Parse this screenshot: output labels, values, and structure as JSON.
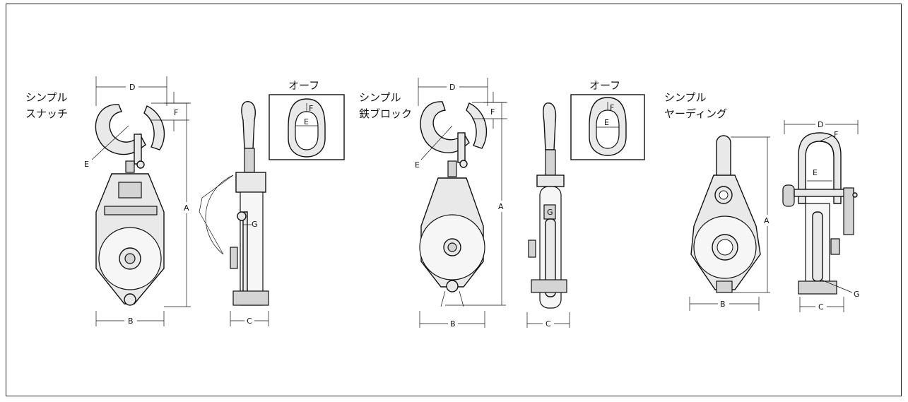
{
  "groups": [
    {
      "title_lines": [
        "シンプル",
        "スナッチ"
      ],
      "dims": {
        "A": "A",
        "B": "B",
        "C": "C",
        "D": "D",
        "E": "E",
        "F": "F",
        "G": "G"
      }
    },
    {
      "title_lines": [
        "シンプル",
        "鉄ブロック"
      ],
      "dims": {
        "A": "A",
        "B": "B",
        "C": "C",
        "D": "D",
        "E": "E",
        "F": "F",
        "G": "G"
      }
    },
    {
      "title_lines": [
        "シンプル",
        "ヤーディング"
      ],
      "dims": {
        "A": "A",
        "B": "B",
        "C": "C",
        "D": "D",
        "E": "E",
        "F": "F",
        "G": "G"
      }
    }
  ],
  "insets": [
    {
      "title": "オーフ",
      "dims": {
        "E": "E",
        "F": "F"
      }
    },
    {
      "title": "オーフ",
      "dims": {
        "E": "E",
        "F": "F"
      }
    }
  ],
  "colors": {
    "line": "#111111",
    "fill": "#e9e9e9",
    "background": "#ffffff"
  }
}
